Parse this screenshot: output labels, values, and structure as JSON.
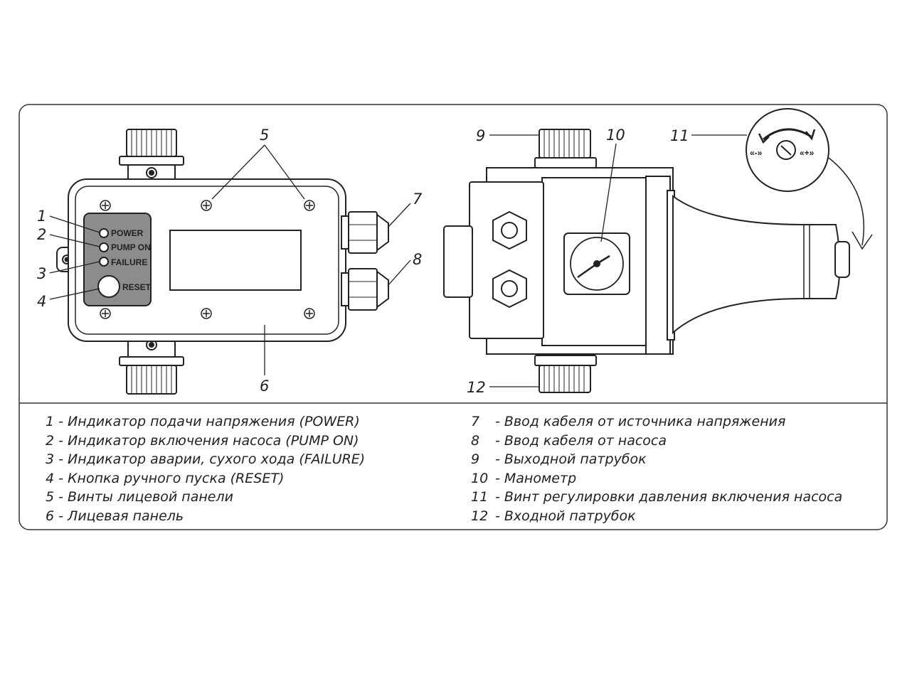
{
  "callouts": [
    "1",
    "2",
    "3",
    "4",
    "5",
    "6",
    "7",
    "8",
    "9",
    "10",
    "11",
    "12"
  ],
  "panel": {
    "power_label": "POWER",
    "pump_on_label": "PUMP ON",
    "failure_label": "FAILURE",
    "reset_label": "RESET"
  },
  "adjust": {
    "minus_label": "«-»",
    "plus_label": "«+»"
  },
  "legend_left": [
    {
      "num": "1",
      "text": "- Индикатор подачи напряжения (POWER)"
    },
    {
      "num": "2",
      "text": "- Индикатор включения насоса (PUMP ON)"
    },
    {
      "num": "3",
      "text": "- Индикатор аварии, сухого хода (FAILURE)"
    },
    {
      "num": "4",
      "text": "- Кнопка ручного пуска (RESET)"
    },
    {
      "num": "5",
      "text": "- Винты лицевой панели"
    },
    {
      "num": "6",
      "text": "- Лицевая панель"
    }
  ],
  "legend_right": [
    {
      "num": "7",
      "text": "- Ввод кабеля от источника напряжения"
    },
    {
      "num": "8",
      "text": "- Ввод кабеля от насоса"
    },
    {
      "num": "9",
      "text": "- Выходной патрубок"
    },
    {
      "num": "10",
      "text": "- Манометр"
    },
    {
      "num": "11",
      "text": "- Винт регулировки давления включения насоса"
    },
    {
      "num": "12",
      "text": "- Входной патрубок"
    }
  ]
}
